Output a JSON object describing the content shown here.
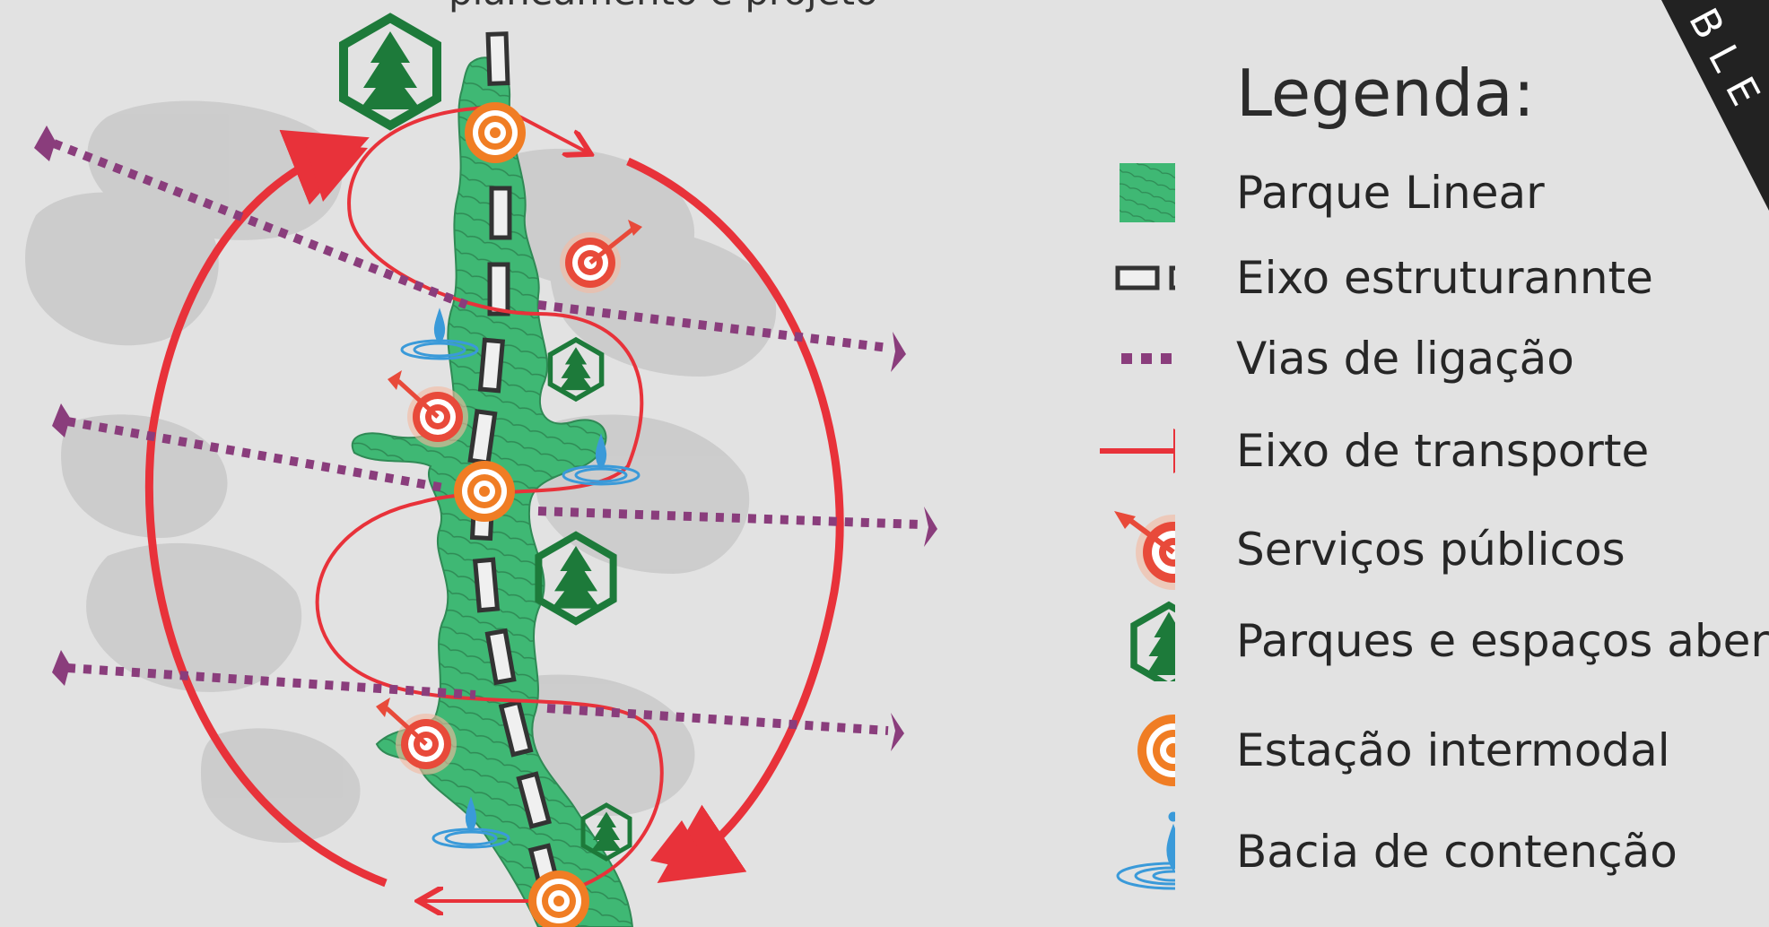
{
  "heading": {
    "partial_text": "planeamento e projeto"
  },
  "corner": {
    "text": "BLE"
  },
  "legend": {
    "title": "Legenda:",
    "items": [
      {
        "label": "Parque Linear",
        "icon": "linear-park-icon"
      },
      {
        "label": "Eixo estruturannte",
        "icon": "structuring-axis-icon"
      },
      {
        "label": "Vias de ligação",
        "icon": "connection-road-icon"
      },
      {
        "label": "Eixo de transporte",
        "icon": "transport-axis-arrow-icon"
      },
      {
        "label": "Serviços públicos",
        "icon": "target-dart-icon"
      },
      {
        "label": "Parques e espaços abertos",
        "icon": "pine-tree-hexagon-icon"
      },
      {
        "label": "Estação intermodal",
        "icon": "intermodal-station-icon"
      },
      {
        "label": "Bacia de contenção",
        "icon": "water-drop-ripple-icon"
      }
    ]
  },
  "colors": {
    "background": "#e2e2e2",
    "blob": "#c9c9c9",
    "park_green": "#3fb874",
    "park_stroke": "#2f8a55",
    "transport_red": "#e8323a",
    "road_purple": "#8a3d7c",
    "station_orange": "#f07d24",
    "tree_green": "#1d7a3a",
    "water_blue": "#3a9ad9",
    "corner_dark": "#222222"
  }
}
